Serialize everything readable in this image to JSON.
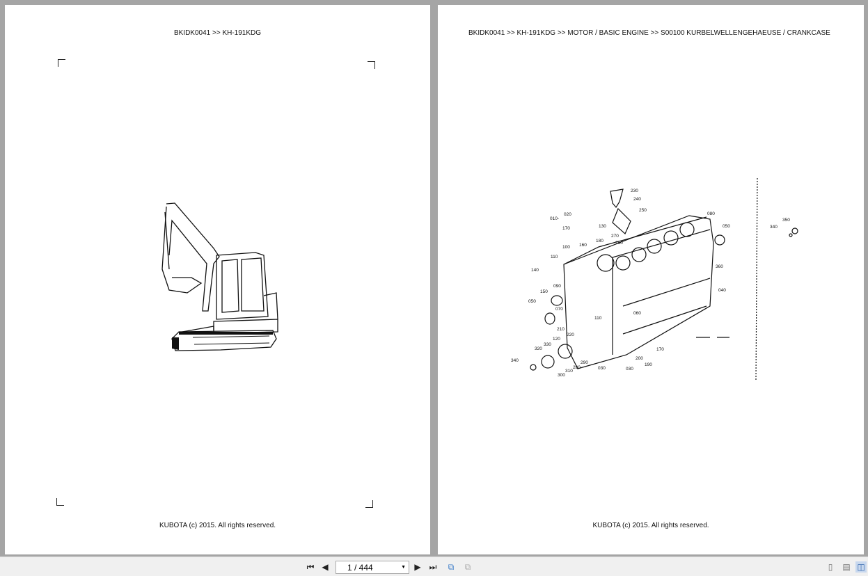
{
  "pages": [
    {
      "header": "BKIDK0041 >> KH-191KDG",
      "footer": "KUBOTA (c) 2015. All rights reserved."
    },
    {
      "header": "BKIDK0041 >> KH-191KDG >> MOTOR / BASIC ENGINE >> S00100   KURBELWELLENGEHAEUSE / CRANKCASE",
      "footer": "KUBOTA (c) 2015. All rights reserved.",
      "callouts": [
        "230",
        "240",
        "250",
        "010-",
        "020",
        "170",
        "130",
        "270",
        "180",
        "260",
        "160",
        "100",
        "110",
        "140",
        "090",
        "150",
        "070",
        "050",
        "060",
        "110",
        "210",
        "220",
        "120",
        "330",
        "320",
        "340",
        "290",
        "310",
        "280",
        "300",
        "030",
        "200",
        "190",
        "030",
        "170",
        "080",
        "050",
        "360",
        "040",
        "350",
        "340"
      ]
    }
  ],
  "toolbar": {
    "page_indicator": "1 / 444",
    "icons": [
      "first-page-icon",
      "previous-page-icon",
      "next-page-icon",
      "last-page-icon",
      "previous-view-icon",
      "next-view-icon",
      "single-page-icon",
      "continuous-icon",
      "two-page-icon"
    ]
  }
}
